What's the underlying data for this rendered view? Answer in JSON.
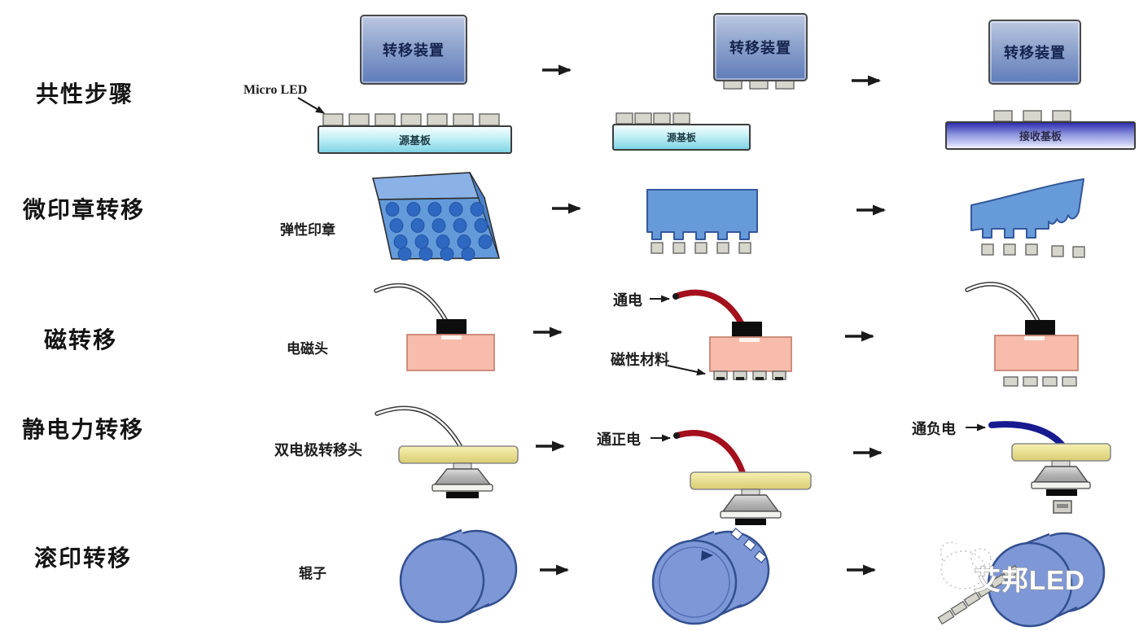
{
  "rows": [
    {
      "label": "共性步骤"
    },
    {
      "label": "微印章转移",
      "item_label": "弹性印章"
    },
    {
      "label": "磁转移",
      "item_label": "电磁头",
      "annotation_power": "通电",
      "annotation_material": "磁性材料"
    },
    {
      "label": "静电力转移",
      "item_label": "双电极转移头",
      "annotation_positive": "通正电",
      "annotation_negative": "通负电"
    },
    {
      "label": "滚印转移",
      "item_label": "辊子"
    }
  ],
  "shared_labels": {
    "transfer_device": "转移装置",
    "micro_led": "Micro LED",
    "source_substrate": "源基板",
    "receiving_substrate": "接收基板"
  },
  "watermark": {
    "brand": "艾邦LED"
  },
  "colors": {
    "device_box_blue": "#6d88c4",
    "source_substrate_cyan": "#9ee2ef",
    "receiving_substrate_blue": "#3b3bb4",
    "stamp_blue": "#639ada",
    "magnet_head_pink": "#f7bcab",
    "electrode_bar_yellow": "#ece79a",
    "roller_blue": "#7e98d7",
    "wire_red": "#a30f1c",
    "wire_blue": "#171b8f",
    "chip_gray": "#d6d6cc",
    "arrow_black": "#1a1a1a"
  }
}
